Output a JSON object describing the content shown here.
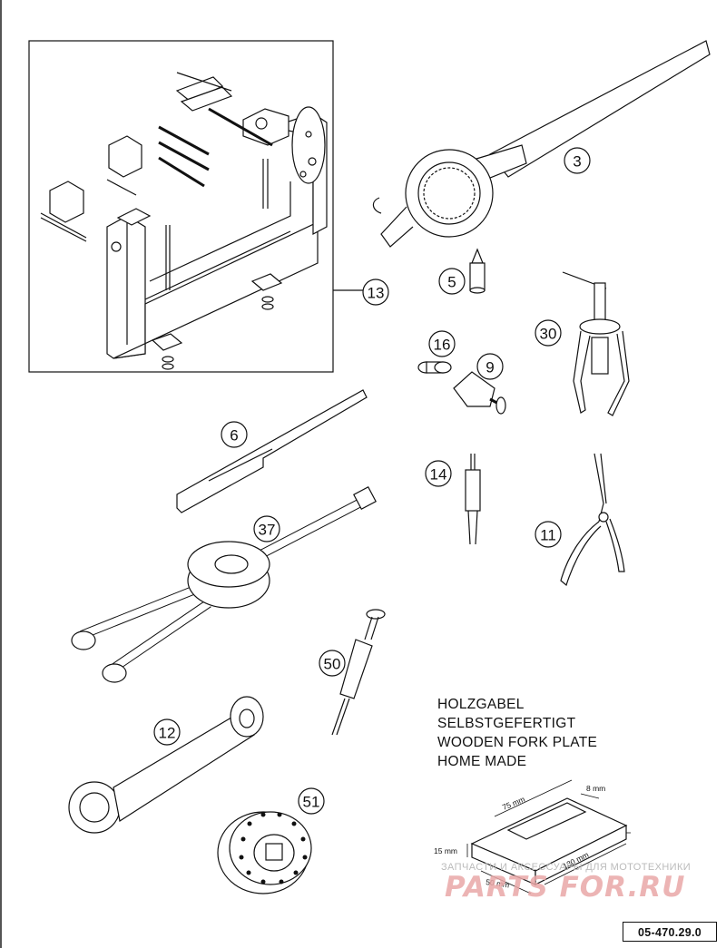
{
  "callouts": {
    "c3": "3",
    "c13": "13",
    "c5": "5",
    "c30": "30",
    "c16": "16",
    "c9": "9",
    "c6": "6",
    "c14": "14",
    "c11": "11",
    "c37": "37",
    "c50": "50",
    "c12": "12",
    "c51": "51"
  },
  "fork_plate_note": {
    "line1": "HOLZGABEL",
    "line2": "SELBSTGEFERTIGT",
    "line3": "WOODEN FORK PLATE",
    "line4": "HOME MADE"
  },
  "dimensions": {
    "d8": "8 mm",
    "d75": "75 mm",
    "d15": "15 mm",
    "d130": "130 mm",
    "d50": "50 mm"
  },
  "watermark": {
    "caption": "ЗАПЧАСТИ И АКСЕССУАРЫ ДЛЯ МОТОТЕХНИКИ",
    "logo": "PARTS FOR.RU"
  },
  "part_number": "05-470.29.0",
  "colors": {
    "line": "#111111",
    "watermark": "#e9a7a7"
  }
}
